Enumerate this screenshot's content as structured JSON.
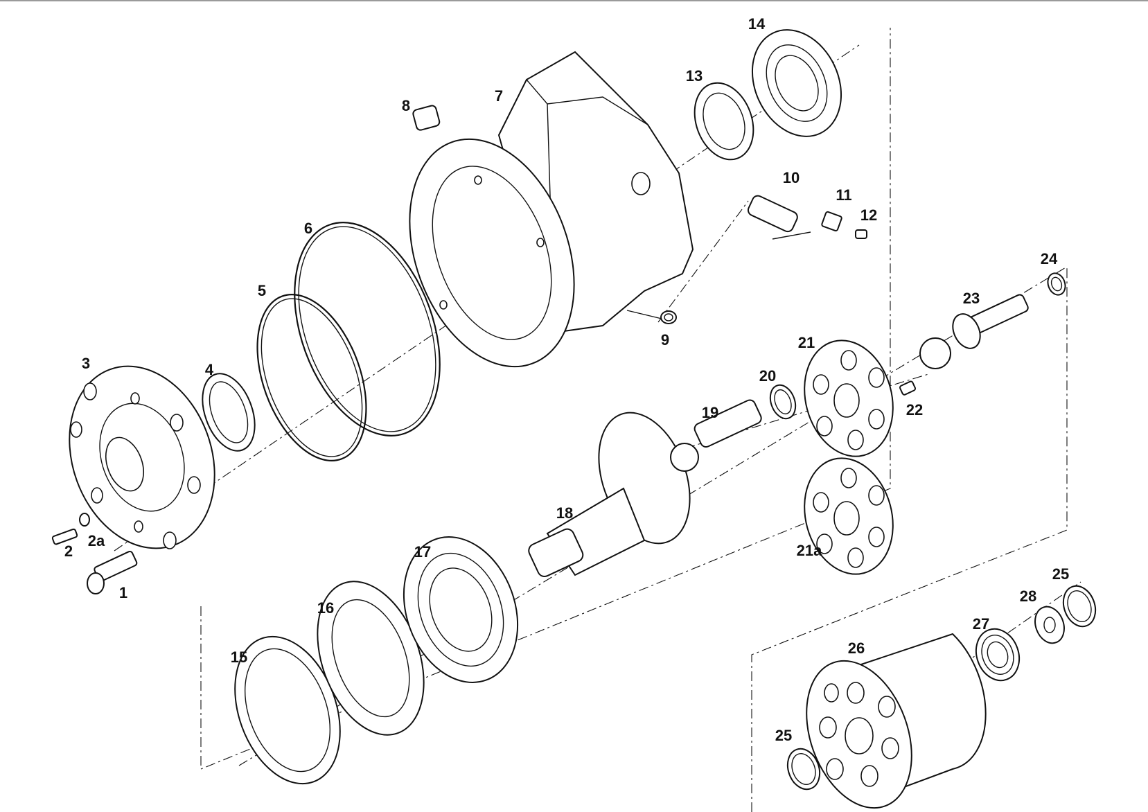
{
  "parts": [
    {
      "id": "p1",
      "label": "1"
    },
    {
      "id": "p2",
      "label": "2"
    },
    {
      "id": "p2a",
      "label": "2a"
    },
    {
      "id": "p3",
      "label": "3"
    },
    {
      "id": "p4",
      "label": "4"
    },
    {
      "id": "p5",
      "label": "5"
    },
    {
      "id": "p6",
      "label": "6"
    },
    {
      "id": "p7",
      "label": "7"
    },
    {
      "id": "p8",
      "label": "8"
    },
    {
      "id": "p9",
      "label": "9"
    },
    {
      "id": "p10",
      "label": "10"
    },
    {
      "id": "p11",
      "label": "11"
    },
    {
      "id": "p12",
      "label": "12"
    },
    {
      "id": "p13",
      "label": "13"
    },
    {
      "id": "p14",
      "label": "14"
    },
    {
      "id": "p15",
      "label": "15"
    },
    {
      "id": "p16",
      "label": "16"
    },
    {
      "id": "p17",
      "label": "17"
    },
    {
      "id": "p18",
      "label": "18"
    },
    {
      "id": "p19",
      "label": "19"
    },
    {
      "id": "p20",
      "label": "20"
    },
    {
      "id": "p21",
      "label": "21"
    },
    {
      "id": "p21a",
      "label": "21a"
    },
    {
      "id": "p22",
      "label": "22"
    },
    {
      "id": "p23",
      "label": "23"
    },
    {
      "id": "p24",
      "label": "24"
    },
    {
      "id": "p25a",
      "label": "25"
    },
    {
      "id": "p25b",
      "label": "25"
    },
    {
      "id": "p26",
      "label": "26"
    },
    {
      "id": "p27",
      "label": "27"
    },
    {
      "id": "p28",
      "label": "28"
    }
  ]
}
